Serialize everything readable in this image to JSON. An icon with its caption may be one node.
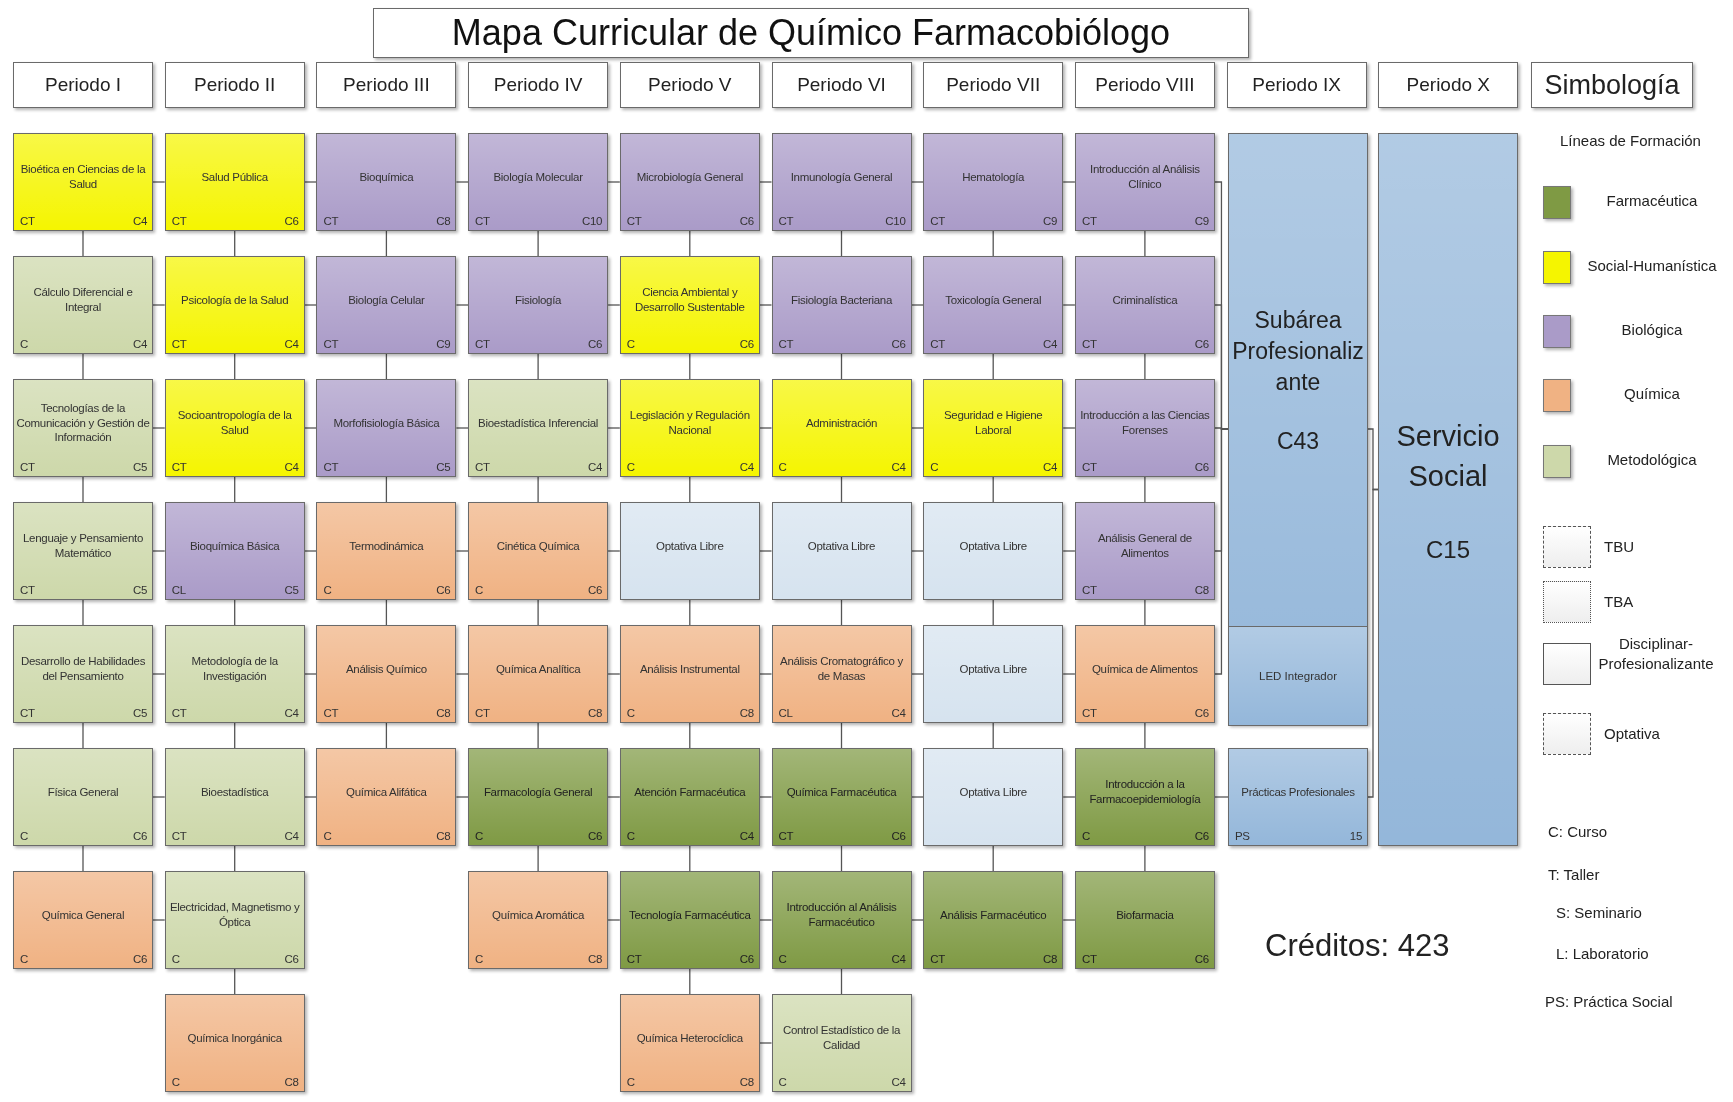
{
  "diagram": {
    "title": "Mapa Curricular de Químico Farmacobiólogo",
    "nodes": [
      {
        "text": [
          "Periodo I"
        ]
      },
      {
        "text": [
          "Periodo II"
        ]
      },
      {
        "text": [
          "Periodo III"
        ]
      },
      {
        "text": [
          "Periodo IV"
        ]
      },
      {
        "text": [
          "Periodo V"
        ]
      },
      {
        "text": [
          "Periodo VI"
        ]
      },
      {
        "text": [
          "Periodo VII"
        ]
      },
      {
        "text": [
          "Periodo VIII"
        ]
      },
      {
        "text": [
          "Periodo IX"
        ]
      },
      {
        "text": [
          "Periodo X"
        ]
      },
      {
        "text": [
          "Simbología"
        ]
      },
      {
        "text": [
          "Bioética en Ciencias de la Salud",
          "CT",
          "C4"
        ]
      },
      {
        "text": [
          "Salud Pública",
          "CT",
          "C6"
        ]
      },
      {
        "text": [
          "Bioquímica",
          "CT",
          "C8"
        ]
      },
      {
        "text": [
          "Biología Molecular",
          "CT",
          "C10"
        ]
      },
      {
        "text": [
          "Microbiología General",
          "CT",
          "C6"
        ]
      },
      {
        "text": [
          "Inmunología General",
          "CT",
          "C10"
        ]
      },
      {
        "text": [
          "Hematología",
          "CT",
          "C9"
        ]
      },
      {
        "text": [
          "Introducción al Análisis Clínico",
          "CT",
          "C9"
        ]
      },
      {
        "text": [
          "Subárea Profesionalizante",
          "C43"
        ]
      },
      {
        "text": [
          "Servicio Social",
          "C15"
        ]
      },
      {
        "text": [
          "Cálculo Diferencial e Integral",
          "C",
          "C4"
        ]
      },
      {
        "text": [
          "Psicología de la Salud",
          "CT",
          "C4"
        ]
      },
      {
        "text": [
          "Biología Celular",
          "CT",
          "C9"
        ]
      },
      {
        "text": [
          "Fisiología",
          "CT",
          "C6"
        ]
      },
      {
        "text": [
          "Ciencia Ambiental y Desarrollo Sustentable",
          "C",
          "C6"
        ]
      },
      {
        "text": [
          "Fisiología Bacteriana",
          "CT",
          "C6"
        ]
      },
      {
        "text": [
          "Toxicología General",
          "CT",
          "C4"
        ]
      },
      {
        "text": [
          "Criminalística",
          "CT",
          "C6"
        ]
      },
      {
        "text": [
          "Tecnologías de la Comunicación y Gestión de Información",
          "CT",
          "C5"
        ]
      },
      {
        "text": [
          "Socioantropología de la Salud",
          "CT",
          "C4"
        ]
      },
      {
        "text": [
          "Morfofisiología Básica",
          "CT",
          "C5"
        ]
      },
      {
        "text": [
          "Bioestadística Inferencial",
          "CT",
          "C4"
        ]
      },
      {
        "text": [
          "Legislación y Regulación Nacional",
          "C",
          "C4"
        ]
      },
      {
        "text": [
          "Administración",
          "C",
          "C4"
        ]
      },
      {
        "text": [
          "Seguridad e Higiene Laboral",
          "C",
          "C4"
        ]
      },
      {
        "text": [
          "Introducción a las Ciencias Forenses",
          "CT",
          "C6"
        ]
      },
      {
        "text": [
          "Lenguaje y Pensamiento Matemático",
          "CT",
          "C5"
        ]
      },
      {
        "text": [
          "Bioquímica Básica",
          "CL",
          "C5"
        ]
      },
      {
        "text": [
          "Termodinámica",
          "C",
          "C6"
        ]
      },
      {
        "text": [
          "Cinética Química",
          "C",
          "C6"
        ]
      },
      {
        "text": [
          "Optativa Libre"
        ]
      },
      {
        "text": [
          "Optativa Libre"
        ]
      },
      {
        "text": [
          "Optativa Libre"
        ]
      },
      {
        "text": [
          "Análisis General de Alimentos",
          "CT",
          "C8"
        ]
      },
      {
        "text": [
          "Desarrollo de Habilidades del Pensamiento",
          "CT",
          "C5"
        ]
      },
      {
        "text": [
          "Metodología de la Investigación",
          "CT",
          "C4"
        ]
      },
      {
        "text": [
          "Análisis Químico",
          "CT",
          "C8"
        ]
      },
      {
        "text": [
          "Química Analítica",
          "CT",
          "C8"
        ]
      },
      {
        "text": [
          "Análisis Instrumental",
          "C",
          "C8"
        ]
      },
      {
        "text": [
          "Análisis Cromatográfico y de Masas",
          "CL",
          "C4"
        ]
      },
      {
        "text": [
          "Optativa Libre"
        ]
      },
      {
        "text": [
          "Química de Alimentos",
          "CT",
          "C6"
        ]
      },
      {
        "text": [
          "LED Integrador"
        ],
        "in": 19
      },
      {
        "text": [
          "Física General",
          "C",
          "C6"
        ]
      },
      {
        "text": [
          "Bioestadística",
          "CT",
          "C4"
        ]
      },
      {
        "text": [
          "Química Alifática",
          "C",
          "C8"
        ]
      },
      {
        "text": [
          "Farmacología General",
          "C",
          "C6"
        ]
      },
      {
        "text": [
          "Atención Farmacéutica",
          "C",
          "C4"
        ]
      },
      {
        "text": [
          "Química Farmacéutica",
          "CT",
          "C6"
        ]
      },
      {
        "text": [
          "Optativa Libre"
        ]
      },
      {
        "text": [
          "Introducción a la Farmacoepidemiología",
          "C",
          "C6"
        ]
      },
      {
        "text": [
          "Prácticas Profesionales",
          "PS",
          "15"
        ]
      },
      {
        "text": [
          "Química General",
          "C",
          "C6"
        ]
      },
      {
        "text": [
          "Electricidad, Magnetismo y Óptica",
          "C",
          "C6"
        ]
      },
      {
        "text": [
          "Química Aromática",
          "C",
          "C8"
        ]
      },
      {
        "text": [
          "Tecnología Farmacéutica",
          "CT",
          "C6"
        ]
      },
      {
        "text": [
          "Introducción al Análisis Farmacéutico",
          "C",
          "C4"
        ]
      },
      {
        "text": [
          "Análisis Farmacéutico",
          "CT",
          "C8"
        ]
      },
      {
        "text": [
          "Biofarmacia",
          "CT",
          "C6"
        ]
      },
      {
        "text": [
          "Química Inorgánica",
          "C",
          "C8"
        ]
      },
      {
        "text": [
          "Química Heterocíclica",
          "C",
          "C8"
        ]
      },
      {
        "text": [
          "Control Estadístico de la Calidad",
          "C",
          "C4"
        ]
      }
    ],
    "edges": [
      {
        "from": 11,
        "to": 12,
        "arrow": "none"
      },
      {
        "from": 12,
        "to": 13,
        "arrow": "none"
      },
      {
        "from": 13,
        "to": 14,
        "arrow": "none"
      },
      {
        "from": 14,
        "to": 15,
        "arrow": "none"
      },
      {
        "from": 15,
        "to": 16,
        "arrow": "none"
      },
      {
        "from": 16,
        "to": 17,
        "arrow": "none"
      },
      {
        "from": 17,
        "to": 18,
        "arrow": "none"
      },
      {
        "from": 18,
        "to": 19,
        "arrow": "none"
      },
      {
        "from": 21,
        "to": 22,
        "arrow": "none"
      },
      {
        "from": 22,
        "to": 23,
        "arrow": "none"
      },
      {
        "from": 23,
        "to": 24,
        "arrow": "none"
      },
      {
        "from": 24,
        "to": 25,
        "arrow": "none"
      },
      {
        "from": 25,
        "to": 26,
        "arrow": "none"
      },
      {
        "from": 26,
        "to": 27,
        "arrow": "none"
      },
      {
        "from": 27,
        "to": 28,
        "arrow": "none"
      },
      {
        "from": 28,
        "to": 19,
        "arrow": "none"
      },
      {
        "from": 29,
        "to": 30,
        "arrow": "none"
      },
      {
        "from": 30,
        "to": 31,
        "arrow": "none"
      },
      {
        "from": 31,
        "to": 32,
        "arrow": "none"
      },
      {
        "from": 32,
        "to": 33,
        "arrow": "none"
      },
      {
        "from": 33,
        "to": 34,
        "arrow": "none"
      },
      {
        "from": 34,
        "to": 35,
        "arrow": "none"
      },
      {
        "from": 35,
        "to": 36,
        "arrow": "none"
      },
      {
        "from": 36,
        "to": 19,
        "arrow": "none"
      },
      {
        "from": 37,
        "to": 38,
        "arrow": "none"
      },
      {
        "from": 38,
        "to": 39,
        "arrow": "none"
      },
      {
        "from": 39,
        "to": 40,
        "arrow": "none"
      },
      {
        "from": 40,
        "to": 41,
        "arrow": "none"
      },
      {
        "from": 41,
        "to": 42,
        "arrow": "none"
      },
      {
        "from": 42,
        "to": 43,
        "arrow": "none"
      },
      {
        "from": 43,
        "to": 44,
        "arrow": "none"
      },
      {
        "from": 44,
        "to": 19,
        "arrow": "none"
      },
      {
        "from": 45,
        "to": 46,
        "arrow": "none"
      },
      {
        "from": 46,
        "to": 47,
        "arrow": "none"
      },
      {
        "from": 47,
        "to": 48,
        "arrow": "none"
      },
      {
        "from": 48,
        "to": 49,
        "arrow": "none"
      },
      {
        "from": 49,
        "to": 50,
        "arrow": "none"
      },
      {
        "from": 50,
        "to": 51,
        "arrow": "none"
      },
      {
        "from": 51,
        "to": 52,
        "arrow": "none"
      },
      {
        "from": 52,
        "to": 19,
        "arrow": "none"
      },
      {
        "from": 54,
        "to": 55,
        "arrow": "none"
      },
      {
        "from": 55,
        "to": 56,
        "arrow": "none"
      },
      {
        "from": 56,
        "to": 57,
        "arrow": "none"
      },
      {
        "from": 57,
        "to": 58,
        "arrow": "none"
      },
      {
        "from": 58,
        "to": 59,
        "arrow": "none"
      },
      {
        "from": 59,
        "to": 60,
        "arrow": "none"
      },
      {
        "from": 60,
        "to": 61,
        "arrow": "none"
      },
      {
        "from": 61,
        "to": 62,
        "arrow": "none"
      },
      {
        "from": 63,
        "to": 64,
        "arrow": "none"
      },
      {
        "from": 65,
        "to": 66,
        "arrow": "none"
      },
      {
        "from": 66,
        "to": 67,
        "arrow": "none"
      },
      {
        "from": 67,
        "to": 68,
        "arrow": "none"
      },
      {
        "from": 68,
        "to": 69,
        "arrow": "none"
      },
      {
        "from": 71,
        "to": 72,
        "arrow": "none"
      },
      {
        "from": 19,
        "to": 20,
        "arrow": "none"
      },
      {
        "from": 62,
        "to": 20,
        "arrow": "none"
      },
      {
        "from": 11,
        "to": 21,
        "arrow": "none"
      },
      {
        "from": 21,
        "to": 29,
        "arrow": "none"
      },
      {
        "from": 29,
        "to": 37,
        "arrow": "none"
      },
      {
        "from": 37,
        "to": 45,
        "arrow": "none"
      },
      {
        "from": 45,
        "to": 54,
        "arrow": "none"
      },
      {
        "from": 54,
        "to": 63,
        "arrow": "none"
      },
      {
        "from": 12,
        "to": 22,
        "arrow": "none"
      },
      {
        "from": 22,
        "to": 30,
        "arrow": "none"
      },
      {
        "from": 30,
        "to": 38,
        "arrow": "none"
      },
      {
        "from": 38,
        "to": 46,
        "arrow": "none"
      },
      {
        "from": 46,
        "to": 55,
        "arrow": "none"
      },
      {
        "from": 55,
        "to": 64,
        "arrow": "none"
      },
      {
        "from": 64,
        "to": 70,
        "arrow": "none"
      },
      {
        "from": 13,
        "to": 23,
        "arrow": "none"
      },
      {
        "from": 23,
        "to": 31,
        "arrow": "none"
      },
      {
        "from": 31,
        "to": 39,
        "arrow": "none"
      },
      {
        "from": 39,
        "to": 47,
        "arrow": "none"
      },
      {
        "from": 47,
        "to": 56,
        "arrow": "none"
      },
      {
        "from": 14,
        "to": 24,
        "arrow": "none"
      },
      {
        "from": 24,
        "to": 32,
        "arrow": "none"
      },
      {
        "from": 32,
        "to": 40,
        "arrow": "none"
      },
      {
        "from": 40,
        "to": 48,
        "arrow": "none"
      },
      {
        "from": 48,
        "to": 57,
        "arrow": "none"
      },
      {
        "from": 57,
        "to": 65,
        "arrow": "none"
      },
      {
        "from": 15,
        "to": 25,
        "arrow": "none"
      },
      {
        "from": 25,
        "to": 33,
        "arrow": "none"
      },
      {
        "from": 33,
        "to": 41,
        "arrow": "none"
      },
      {
        "from": 41,
        "to": 49,
        "arrow": "none"
      },
      {
        "from": 49,
        "to": 58,
        "arrow": "none"
      },
      {
        "from": 58,
        "to": 66,
        "arrow": "none"
      },
      {
        "from": 66,
        "to": 71,
        "arrow": "none"
      },
      {
        "from": 16,
        "to": 26,
        "arrow": "none"
      },
      {
        "from": 26,
        "to": 34,
        "arrow": "none"
      },
      {
        "from": 34,
        "to": 42,
        "arrow": "none"
      },
      {
        "from": 42,
        "to": 50,
        "arrow": "none"
      },
      {
        "from": 50,
        "to": 59,
        "arrow": "none"
      },
      {
        "from": 59,
        "to": 67,
        "arrow": "none"
      },
      {
        "from": 67,
        "to": 72,
        "arrow": "none"
      },
      {
        "from": 17,
        "to": 27,
        "arrow": "none"
      },
      {
        "from": 27,
        "to": 35,
        "arrow": "none"
      },
      {
        "from": 35,
        "to": 43,
        "arrow": "none"
      },
      {
        "from": 43,
        "to": 51,
        "arrow": "none"
      },
      {
        "from": 51,
        "to": 60,
        "arrow": "none"
      },
      {
        "from": 60,
        "to": 68,
        "arrow": "none"
      },
      {
        "from": 18,
        "to": 28,
        "arrow": "none"
      },
      {
        "from": 28,
        "to": 36,
        "arrow": "none"
      },
      {
        "from": 36,
        "to": 44,
        "arrow": "none"
      },
      {
        "from": 44,
        "to": 52,
        "arrow": "none"
      },
      {
        "from": 52,
        "to": 61,
        "arrow": "none"
      },
      {
        "from": 61,
        "to": 69,
        "arrow": "none"
      }
    ],
    "labels": [
      "Líneas de Formación",
      "C: Curso",
      "T: Taller",
      "S: Seminario",
      "L: Laboratorio",
      "PS: Práctica Social",
      "Créditos: 423"
    ],
    "legend": [
      {
        "text": "Farmacéutica",
        "color": "#7f9a44"
      },
      {
        "text": "Social-Humanística",
        "color": "#f5f500"
      },
      {
        "text": "Biológica",
        "color": "#aa9bc8"
      },
      {
        "text": "Química",
        "color": "#f0b283"
      },
      {
        "text": "Metodológica",
        "color": "#cdd8aa"
      },
      {
        "text": "TBU"
      },
      {
        "text": "TBA"
      },
      {
        "text": "Disciplinar-Profesionalizante"
      },
      {
        "text": "Optativa"
      }
    ]
  }
}
